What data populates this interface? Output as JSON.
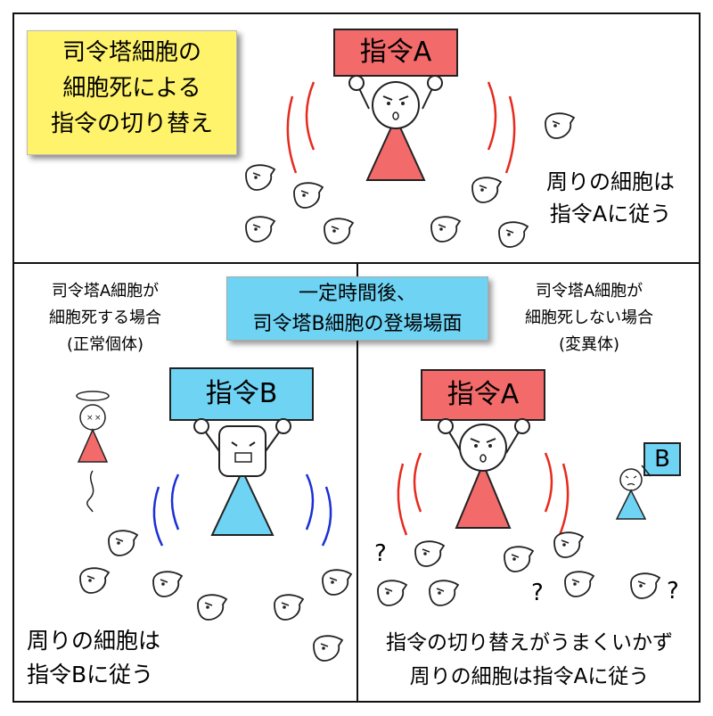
{
  "title_note": {
    "lines": [
      "司令塔細胞の",
      "細胞死による",
      "指令の切り替え"
    ]
  },
  "panel_top": {
    "sign": "指令A",
    "caption_lines": [
      "周りの細胞は",
      "指令Aに従う"
    ]
  },
  "center_caption": {
    "lines": [
      "一定時間後、",
      "司令塔B細胞の登場場面"
    ]
  },
  "panel_left": {
    "heading_lines": [
      "司令塔A細胞が",
      "細胞死する場合",
      "(正常個体)"
    ],
    "sign": "指令B",
    "caption_lines": [
      "周りの細胞は",
      "指令Bに従う"
    ]
  },
  "panel_right": {
    "heading_lines": [
      "司令塔A細胞が",
      "細胞死しない場合",
      "(変異体)"
    ],
    "sign": "指令A",
    "mutant_sign": "B",
    "question_marks": [
      "?",
      "?",
      "?"
    ],
    "caption_lines": [
      "指令の切り替えがうまくいかず",
      "周りの細胞は指令Aに従う"
    ]
  },
  "colors": {
    "red": "#f26a6a",
    "blue": "#6fd3f4",
    "note_yellow": "#fff36b",
    "arc_red": "#e62a1e",
    "arc_blue": "#1a2fd6"
  }
}
